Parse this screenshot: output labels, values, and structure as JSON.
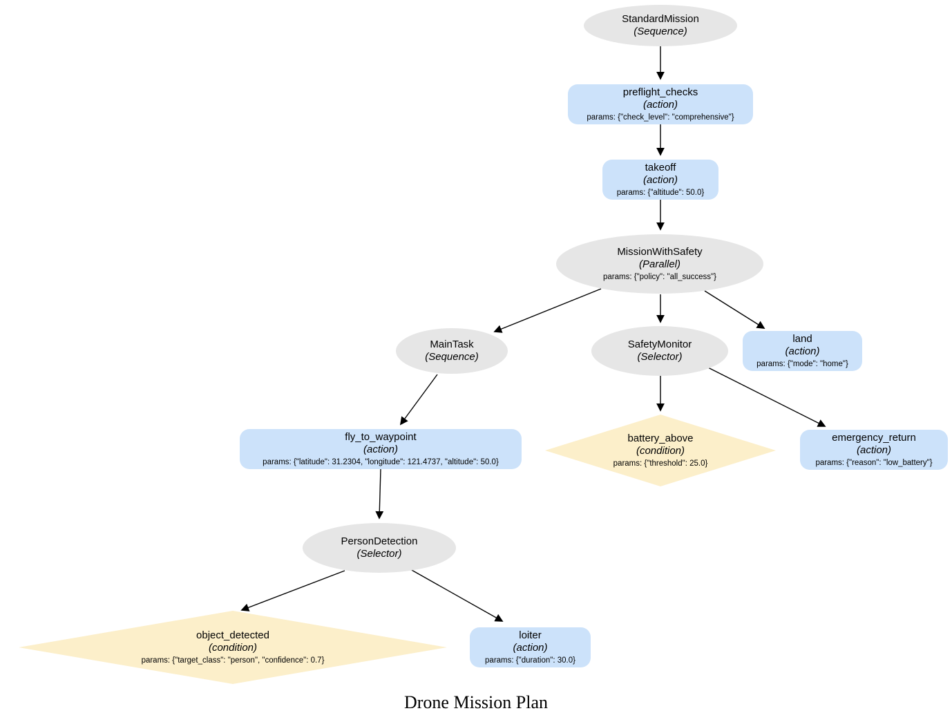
{
  "title": "Drone Mission Plan",
  "colors": {
    "composite_fill": "#e6e6e6",
    "action_fill": "#cce2fa",
    "condition_fill": "#fcefca",
    "edge": "#000000",
    "text": "#000000",
    "background": "#ffffff"
  },
  "nodes": [
    {
      "id": "StandardMission",
      "label": "StandardMission",
      "type": "(Sequence)",
      "shape": "ellipse",
      "params": ""
    },
    {
      "id": "preflight_checks",
      "label": "preflight_checks",
      "type": "(action)",
      "shape": "box",
      "params": "params: {\"check_level\": \"comprehensive\"}"
    },
    {
      "id": "takeoff",
      "label": "takeoff",
      "type": "(action)",
      "shape": "box",
      "params": "params: {\"altitude\": 50.0}"
    },
    {
      "id": "MissionWithSafety",
      "label": "MissionWithSafety",
      "type": "(Parallel)",
      "shape": "ellipse",
      "params": "params: {\"policy\": \"all_success\"}"
    },
    {
      "id": "MainTask",
      "label": "MainTask",
      "type": "(Sequence)",
      "shape": "ellipse",
      "params": ""
    },
    {
      "id": "SafetyMonitor",
      "label": "SafetyMonitor",
      "type": "(Selector)",
      "shape": "ellipse",
      "params": ""
    },
    {
      "id": "land",
      "label": "land",
      "type": "(action)",
      "shape": "box",
      "params": "params: {\"mode\": \"home\"}"
    },
    {
      "id": "fly_to_waypoint",
      "label": "fly_to_waypoint",
      "type": "(action)",
      "shape": "box",
      "params": "params: {\"latitude\": 31.2304, \"longitude\": 121.4737, \"altitude\": 50.0}"
    },
    {
      "id": "battery_above",
      "label": "battery_above",
      "type": "(condition)",
      "shape": "diamond",
      "params": "params: {\"threshold\": 25.0}"
    },
    {
      "id": "emergency_return",
      "label": "emergency_return",
      "type": "(action)",
      "shape": "box",
      "params": "params: {\"reason\": \"low_battery\"}"
    },
    {
      "id": "PersonDetection",
      "label": "PersonDetection",
      "type": "(Selector)",
      "shape": "ellipse",
      "params": ""
    },
    {
      "id": "object_detected",
      "label": "object_detected",
      "type": "(condition)",
      "shape": "diamond",
      "params": "params: {\"target_class\": \"person\", \"confidence\": 0.7}"
    },
    {
      "id": "loiter",
      "label": "loiter",
      "type": "(action)",
      "shape": "box",
      "params": "params: {\"duration\": 30.0}"
    }
  ],
  "edges": [
    {
      "from": "StandardMission",
      "to": "preflight_checks"
    },
    {
      "from": "preflight_checks",
      "to": "takeoff"
    },
    {
      "from": "takeoff",
      "to": "MissionWithSafety"
    },
    {
      "from": "MissionWithSafety",
      "to": "MainTask"
    },
    {
      "from": "MissionWithSafety",
      "to": "SafetyMonitor"
    },
    {
      "from": "MissionWithSafety",
      "to": "land"
    },
    {
      "from": "MainTask",
      "to": "fly_to_waypoint"
    },
    {
      "from": "SafetyMonitor",
      "to": "battery_above"
    },
    {
      "from": "SafetyMonitor",
      "to": "emergency_return"
    },
    {
      "from": "fly_to_waypoint",
      "to": "PersonDetection"
    },
    {
      "from": "PersonDetection",
      "to": "object_detected"
    },
    {
      "from": "PersonDetection",
      "to": "loiter"
    }
  ]
}
